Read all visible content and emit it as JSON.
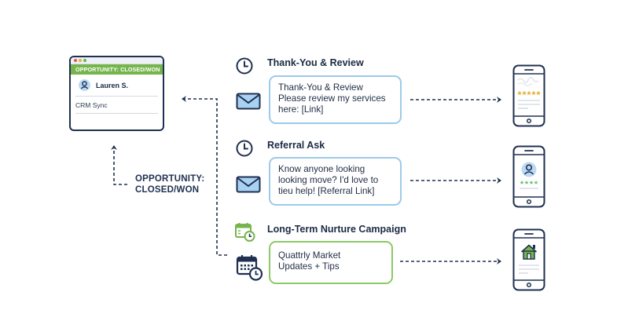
{
  "crm_card": {
    "banner": "OPPORTUNITY: CLOSED/WON",
    "user_name": "Lauren S.",
    "sync_label": "CRM Sync",
    "avatar_icon": "user-icon"
  },
  "trigger_label": {
    "line1": "OPPORTUNITY:",
    "line2": "CLOSED/WON"
  },
  "steps": [
    {
      "title": "Thank-You & Review",
      "title_icon": "clock-icon",
      "channel_icon": "envelope-icon",
      "message_lines": [
        "Thank-You & Review",
        "Please review my services",
        "here: [Link]"
      ],
      "device_screen": "five-star-review"
    },
    {
      "title": "Referral Ask",
      "title_icon": "clock-icon",
      "channel_icon": "envelope-icon",
      "message_lines": [
        "Know anyone looking",
        "looking move? I'd love to",
        "tieu help! [Referral Link]"
      ],
      "device_screen": "profile-rating"
    },
    {
      "title": "Long-Term Nurture Campaign",
      "title_icon": "calendar-clock-icon",
      "channel_icon": "calendar-clock-icon",
      "message_lines": [
        "Quattrly Market",
        "Updates + Tips"
      ],
      "device_screen": "home-listing"
    }
  ],
  "colors": {
    "navy": "#1f3050",
    "green": "#75b54c",
    "light_blue": "#9ccaea",
    "icon_blue": "#a9d1f2",
    "star_gold": "#e8b13a",
    "star_green": "#6cc070"
  }
}
